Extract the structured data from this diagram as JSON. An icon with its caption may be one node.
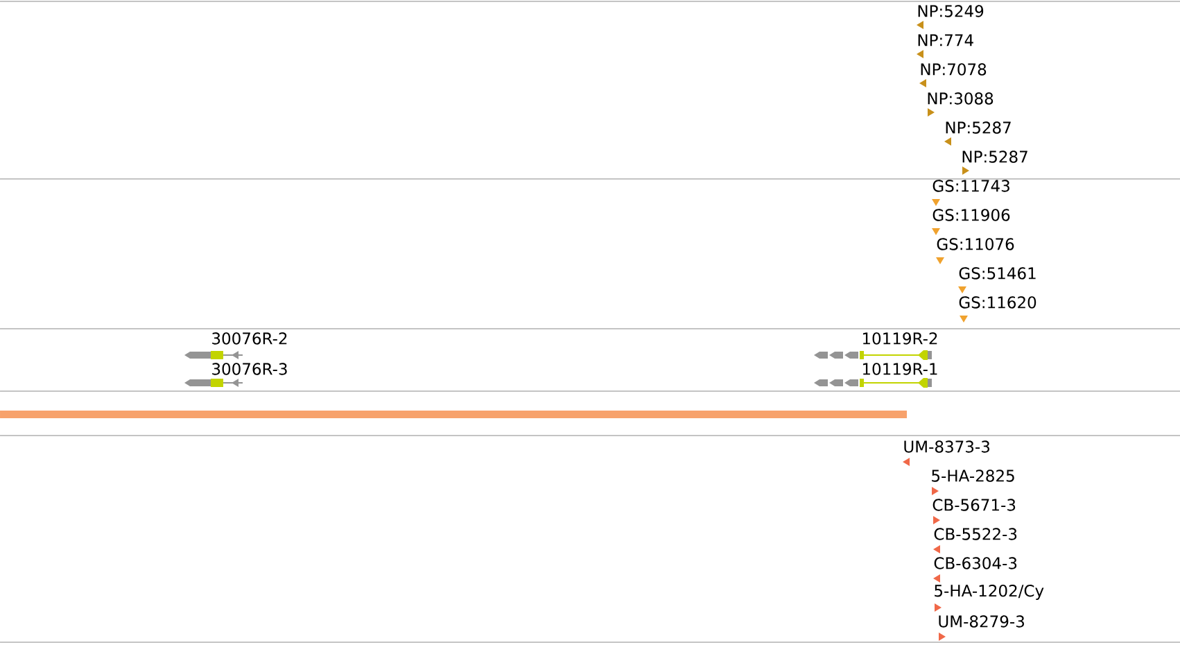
{
  "diagram": {
    "labels": [
      "NP:5249",
      "NP:774",
      "NP:7078",
      "NP:3088",
      "NP:5287",
      "NP:5287",
      "GS:11743",
      "GS:11906",
      "GS:11076",
      "GS:51461",
      "GS:11620",
      "30076R-2",
      "10119R-2",
      "30076R-3",
      "10119R-1",
      "UM-8373-3",
      "5-HA-2825",
      "CB-5671-3",
      "CB-5522-3",
      "CB-6304-3",
      "5-HA-1202/Cy",
      "UM-8279-3"
    ]
  }
}
